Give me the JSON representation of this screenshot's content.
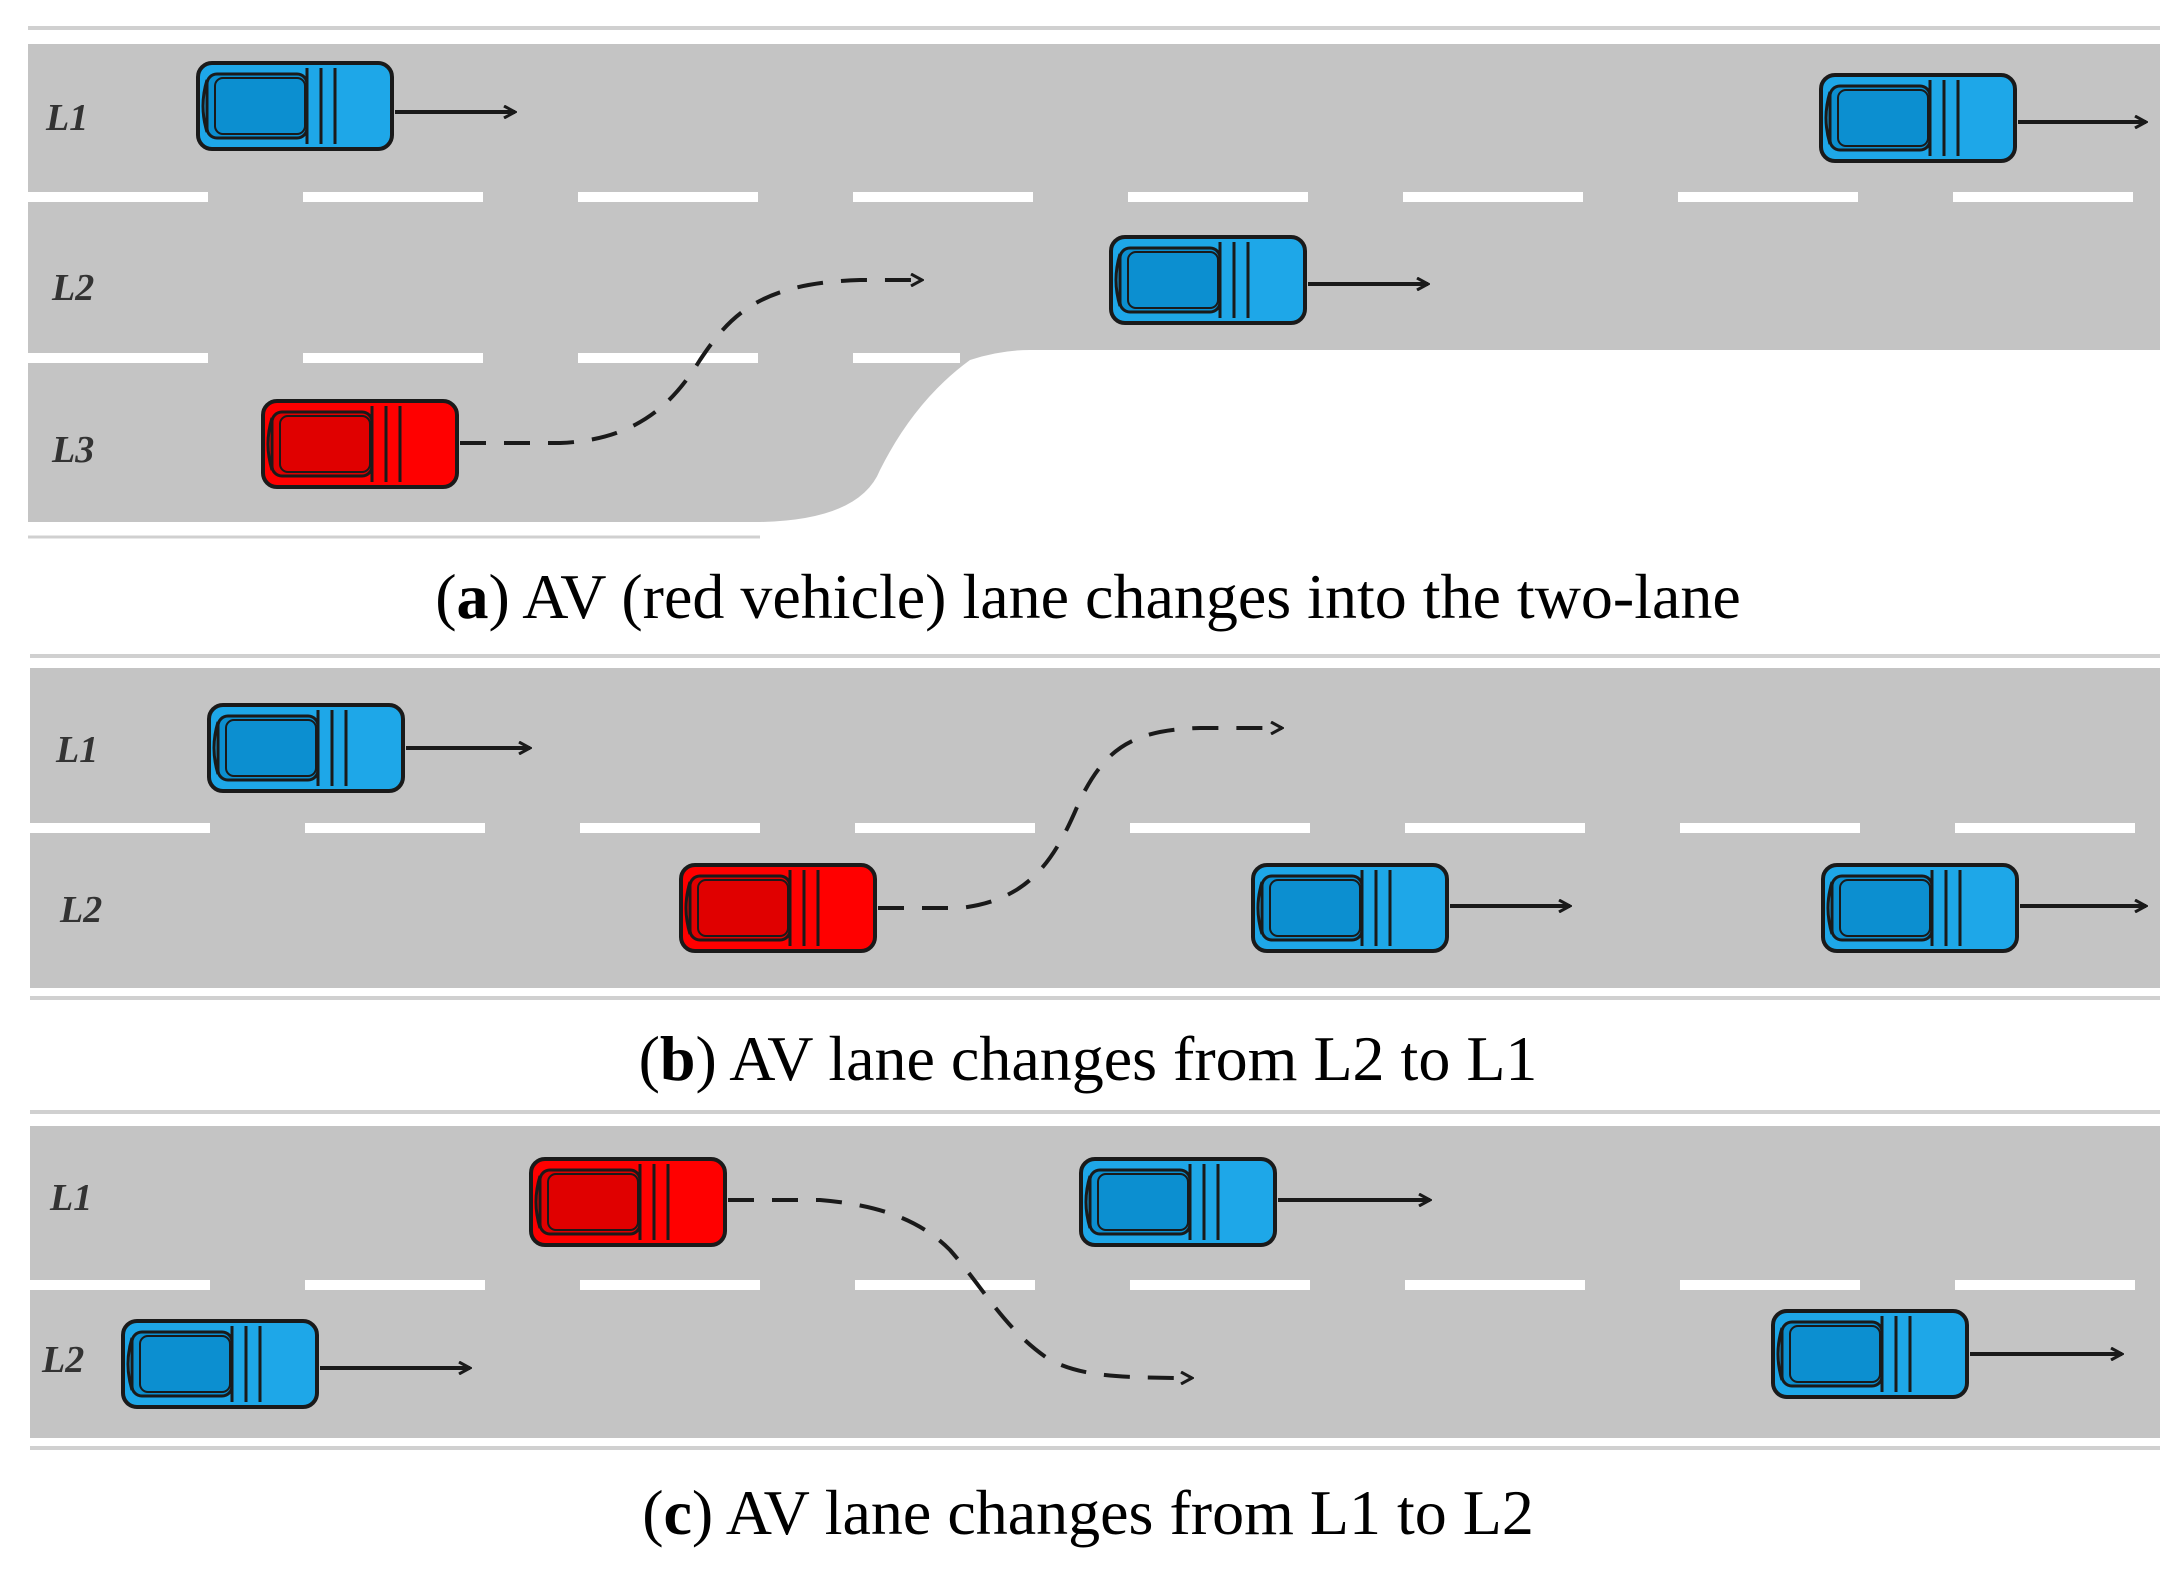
{
  "panels": [
    {
      "id": "a",
      "letter": "a",
      "caption_text": "AV (red vehicle) lane changes into the two-lane",
      "lane_labels": [
        "L1",
        "L2",
        "L3"
      ]
    },
    {
      "id": "b",
      "letter": "b",
      "caption_text": "AV lane changes from L2 to L1",
      "lane_labels": [
        "L1",
        "L2"
      ]
    },
    {
      "id": "c",
      "letter": "c",
      "caption_text": "AV lane changes from L1 to L2",
      "lane_labels": [
        "L1",
        "L2"
      ]
    }
  ],
  "colors": {
    "road": "#c4c4c4",
    "lane_marking": "#ffffff",
    "av_vehicle": "#ff0000",
    "other_vehicle": "#1ea7e8",
    "outline": "#1a1a1a",
    "trajectory": "#1a1a1a"
  }
}
